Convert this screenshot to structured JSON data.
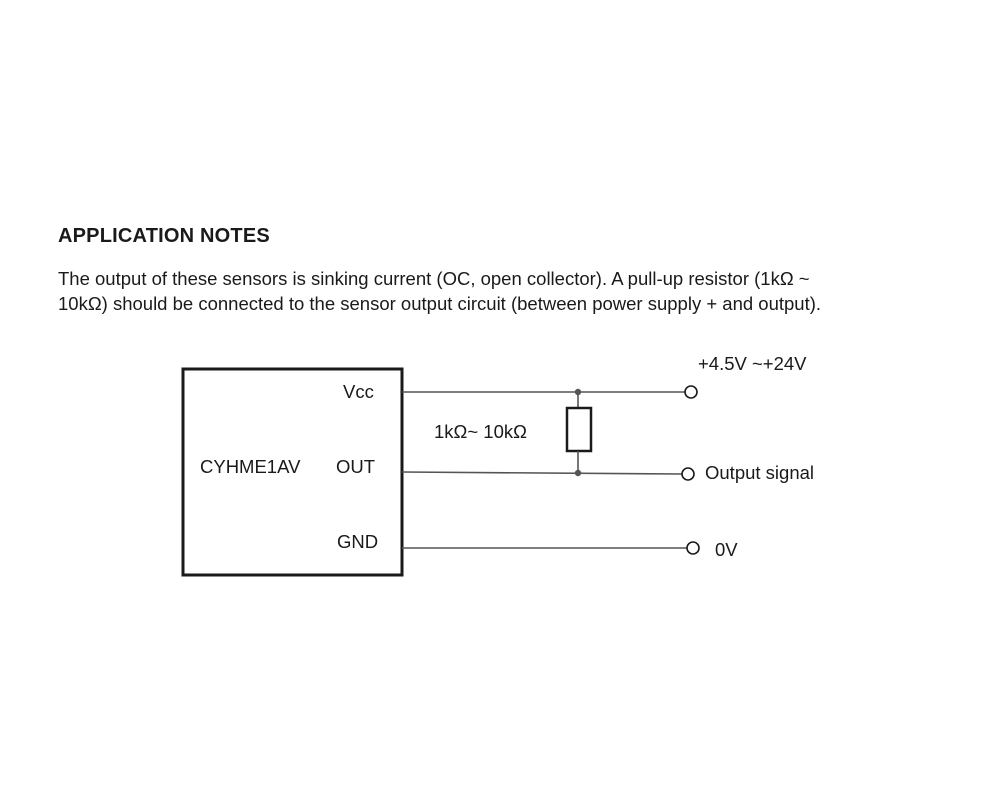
{
  "section": {
    "heading": "APPLICATION NOTES",
    "description_lines": [
      "The output of these sensors is sinking current (OC, open collector). A pull-up resistor (1kΩ ~",
      "10kΩ) should be connected to the sensor output circuit (between power supply + and output)."
    ]
  },
  "diagram": {
    "component_name": "CYHME1AV",
    "pins": {
      "vcc": "Vcc",
      "out": "OUT",
      "gnd": "GND"
    },
    "resistor_label": "1kΩ~ 10kΩ",
    "terminals": {
      "supply": "+4.5V ~+24V",
      "output": "Output signal",
      "ground": "0V"
    }
  }
}
